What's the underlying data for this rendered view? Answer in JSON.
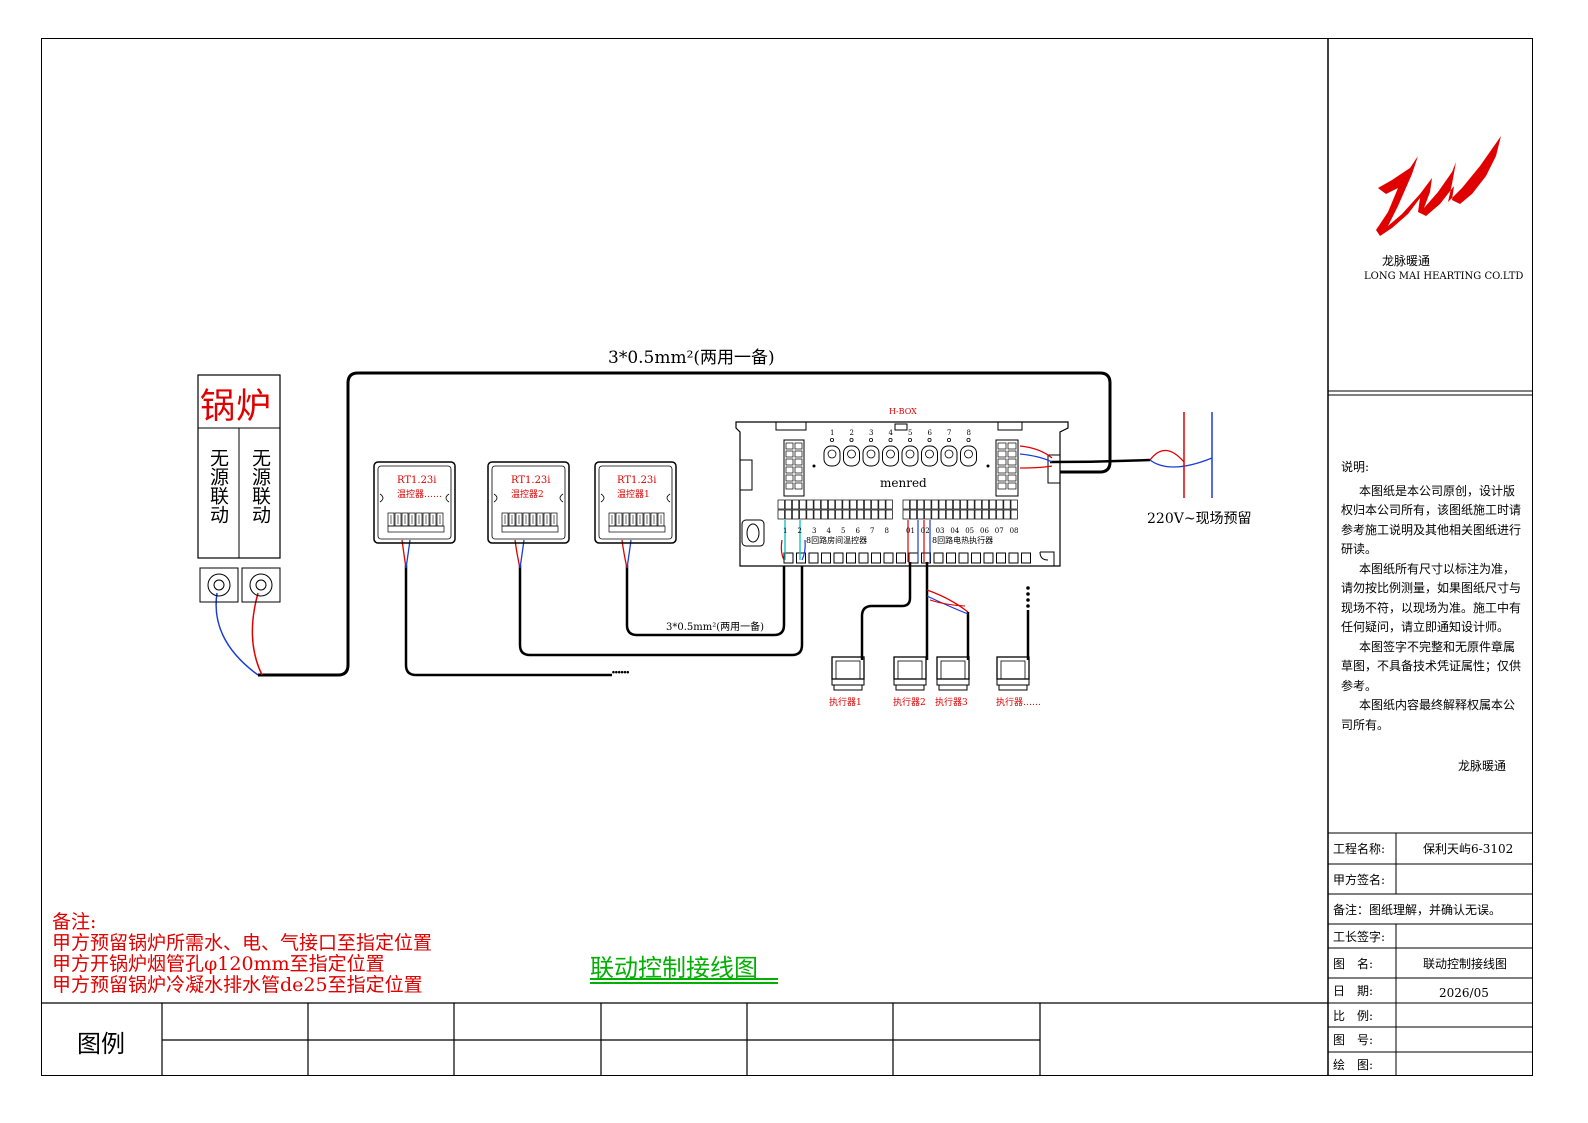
{
  "drawing": {
    "cable_top": "3*0.5mm²(两用一备)",
    "cable_inner": "3*0.5mm²(两用一备)",
    "boiler": {
      "title": "锅炉",
      "port_left": "无源联动",
      "port_right": "无源联动"
    },
    "thermostats": [
      {
        "model": "RT1.23i",
        "name": "温控器……"
      },
      {
        "model": "RT1.23i",
        "name": "温控器2"
      },
      {
        "model": "RT1.23i",
        "name": "温控器1"
      }
    ],
    "hbox": {
      "label": "H-BOX",
      "brand": "menred",
      "left_channels": [
        "1",
        "2",
        "3",
        "4",
        "5",
        "6",
        "7",
        "8"
      ],
      "left_caption": "8回路房间温控器",
      "right_channels": [
        "01",
        "02",
        "03",
        "04",
        "05",
        "06",
        "07",
        "08"
      ],
      "right_caption": "8回路电热执行器",
      "top_channels": [
        "1",
        "2",
        "3",
        "4",
        "5",
        "6",
        "7",
        "8"
      ]
    },
    "actuators": [
      "执行器1",
      "执行器2",
      "执行器3",
      "执行器……"
    ],
    "power_label": "220V~现场预留",
    "dots": "······",
    "title": "联动控制接线图"
  },
  "remarks": {
    "heading": "备注:",
    "lines": [
      "甲方预留锅炉所需水、电、气接口至指定位置",
      "甲方开锅炉烟管孔φ120mm至指定位置",
      "甲方预留锅炉冷凝水排水管de25至指定位置"
    ]
  },
  "legend_label": "图例",
  "company": {
    "name_cn": "龙脉暖通",
    "name_en": "LONG MAI HEARTING CO.LTD",
    "brand_color": "#e10000"
  },
  "notes": {
    "heading": "说明:",
    "paragraphs": [
      "本图纸是本公司原创，设计版权归本公司所有，该图纸施工时请参考施工说明及其他相关图纸进行研读。",
      "本图纸所有尺寸以标注为准，请勿按比例测量，如果图纸尺寸与现场不符，以现场为准。施工中有任何疑问，请立即通知设计师。",
      "本图签字不完整和无原件章属草图，不具备技术凭证属性；仅供参考。",
      "本图纸内容最终解释权属本公司所有。"
    ],
    "signature": "龙脉暖通"
  },
  "title_block": {
    "project_label": "工程名称:",
    "project_value": "保利天屿6-3102",
    "client_sign_label": "甲方签名:",
    "confirm_note": "备注：图纸理解，并确认无误。",
    "foreman_label": "工长签字:",
    "drawing_name_label": "图　名:",
    "drawing_name_value": "联动控制接线图",
    "date_label": "日　期:",
    "date_value": "2026/05",
    "scale_label": "比　例:",
    "number_label": "图　号:",
    "drawn_label": "绘　图:"
  },
  "colors": {
    "wire_red": "#e00000",
    "wire_blue": "#1a3cd6",
    "title_green": "#00b000",
    "note_red": "#e00000"
  }
}
